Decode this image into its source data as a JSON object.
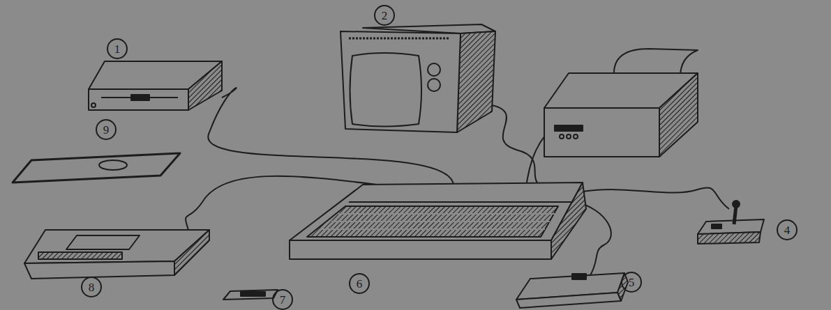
{
  "diagram": {
    "labels": [
      "2",
      "1",
      "9",
      "4",
      "6",
      "5",
      "8",
      "7"
    ]
  }
}
